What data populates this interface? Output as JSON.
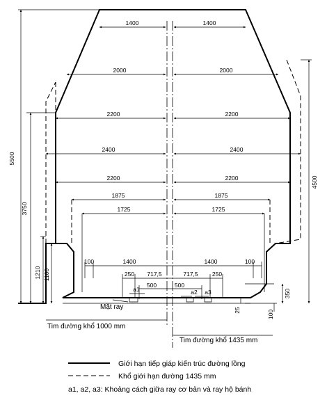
{
  "horizontal_dims": [
    {
      "left": "1400",
      "right": "1400"
    },
    {
      "left": "2000",
      "right": "2000"
    },
    {
      "left": "2200",
      "right": "2200"
    },
    {
      "left": "2400",
      "right": "2400"
    },
    {
      "left": "2200",
      "right": "2200"
    },
    {
      "left": "1875",
      "right": "1875"
    },
    {
      "left": "1725",
      "right": "1725"
    }
  ],
  "lower_dims": {
    "d100_left": "100",
    "d1400_left": "1400",
    "d1400_right": "1400",
    "d100_right": "100",
    "d250_left": "250",
    "d7175_left": "717,5",
    "d7175_right": "717,5",
    "d250_right": "250",
    "d500_left": "500",
    "d500_right": "500",
    "a2": "a2",
    "a3": "a3",
    "a1": "a1"
  },
  "vertical_dims": {
    "h5500": "5500",
    "h3750": "3750",
    "h1210": "1210",
    "h1100": "1100",
    "h4500": "4500",
    "h350": "350",
    "h25": "25",
    "h100": "100"
  },
  "labels": {
    "rail_top": "Mặt ray",
    "center_1000": "Tim đường khổ 1000 mm",
    "center_1435": "Tim đường khổ 1435 mm"
  },
  "legend": {
    "solid_text": "Giới hạn tiếp giáp kiến trúc đường lồng",
    "dashed_text": "Khổ giới hạn đường 1435 mm",
    "note_text": "a1, a2, a3: Khoảng cách giữa ray cơ bản và ray hộ bánh"
  }
}
